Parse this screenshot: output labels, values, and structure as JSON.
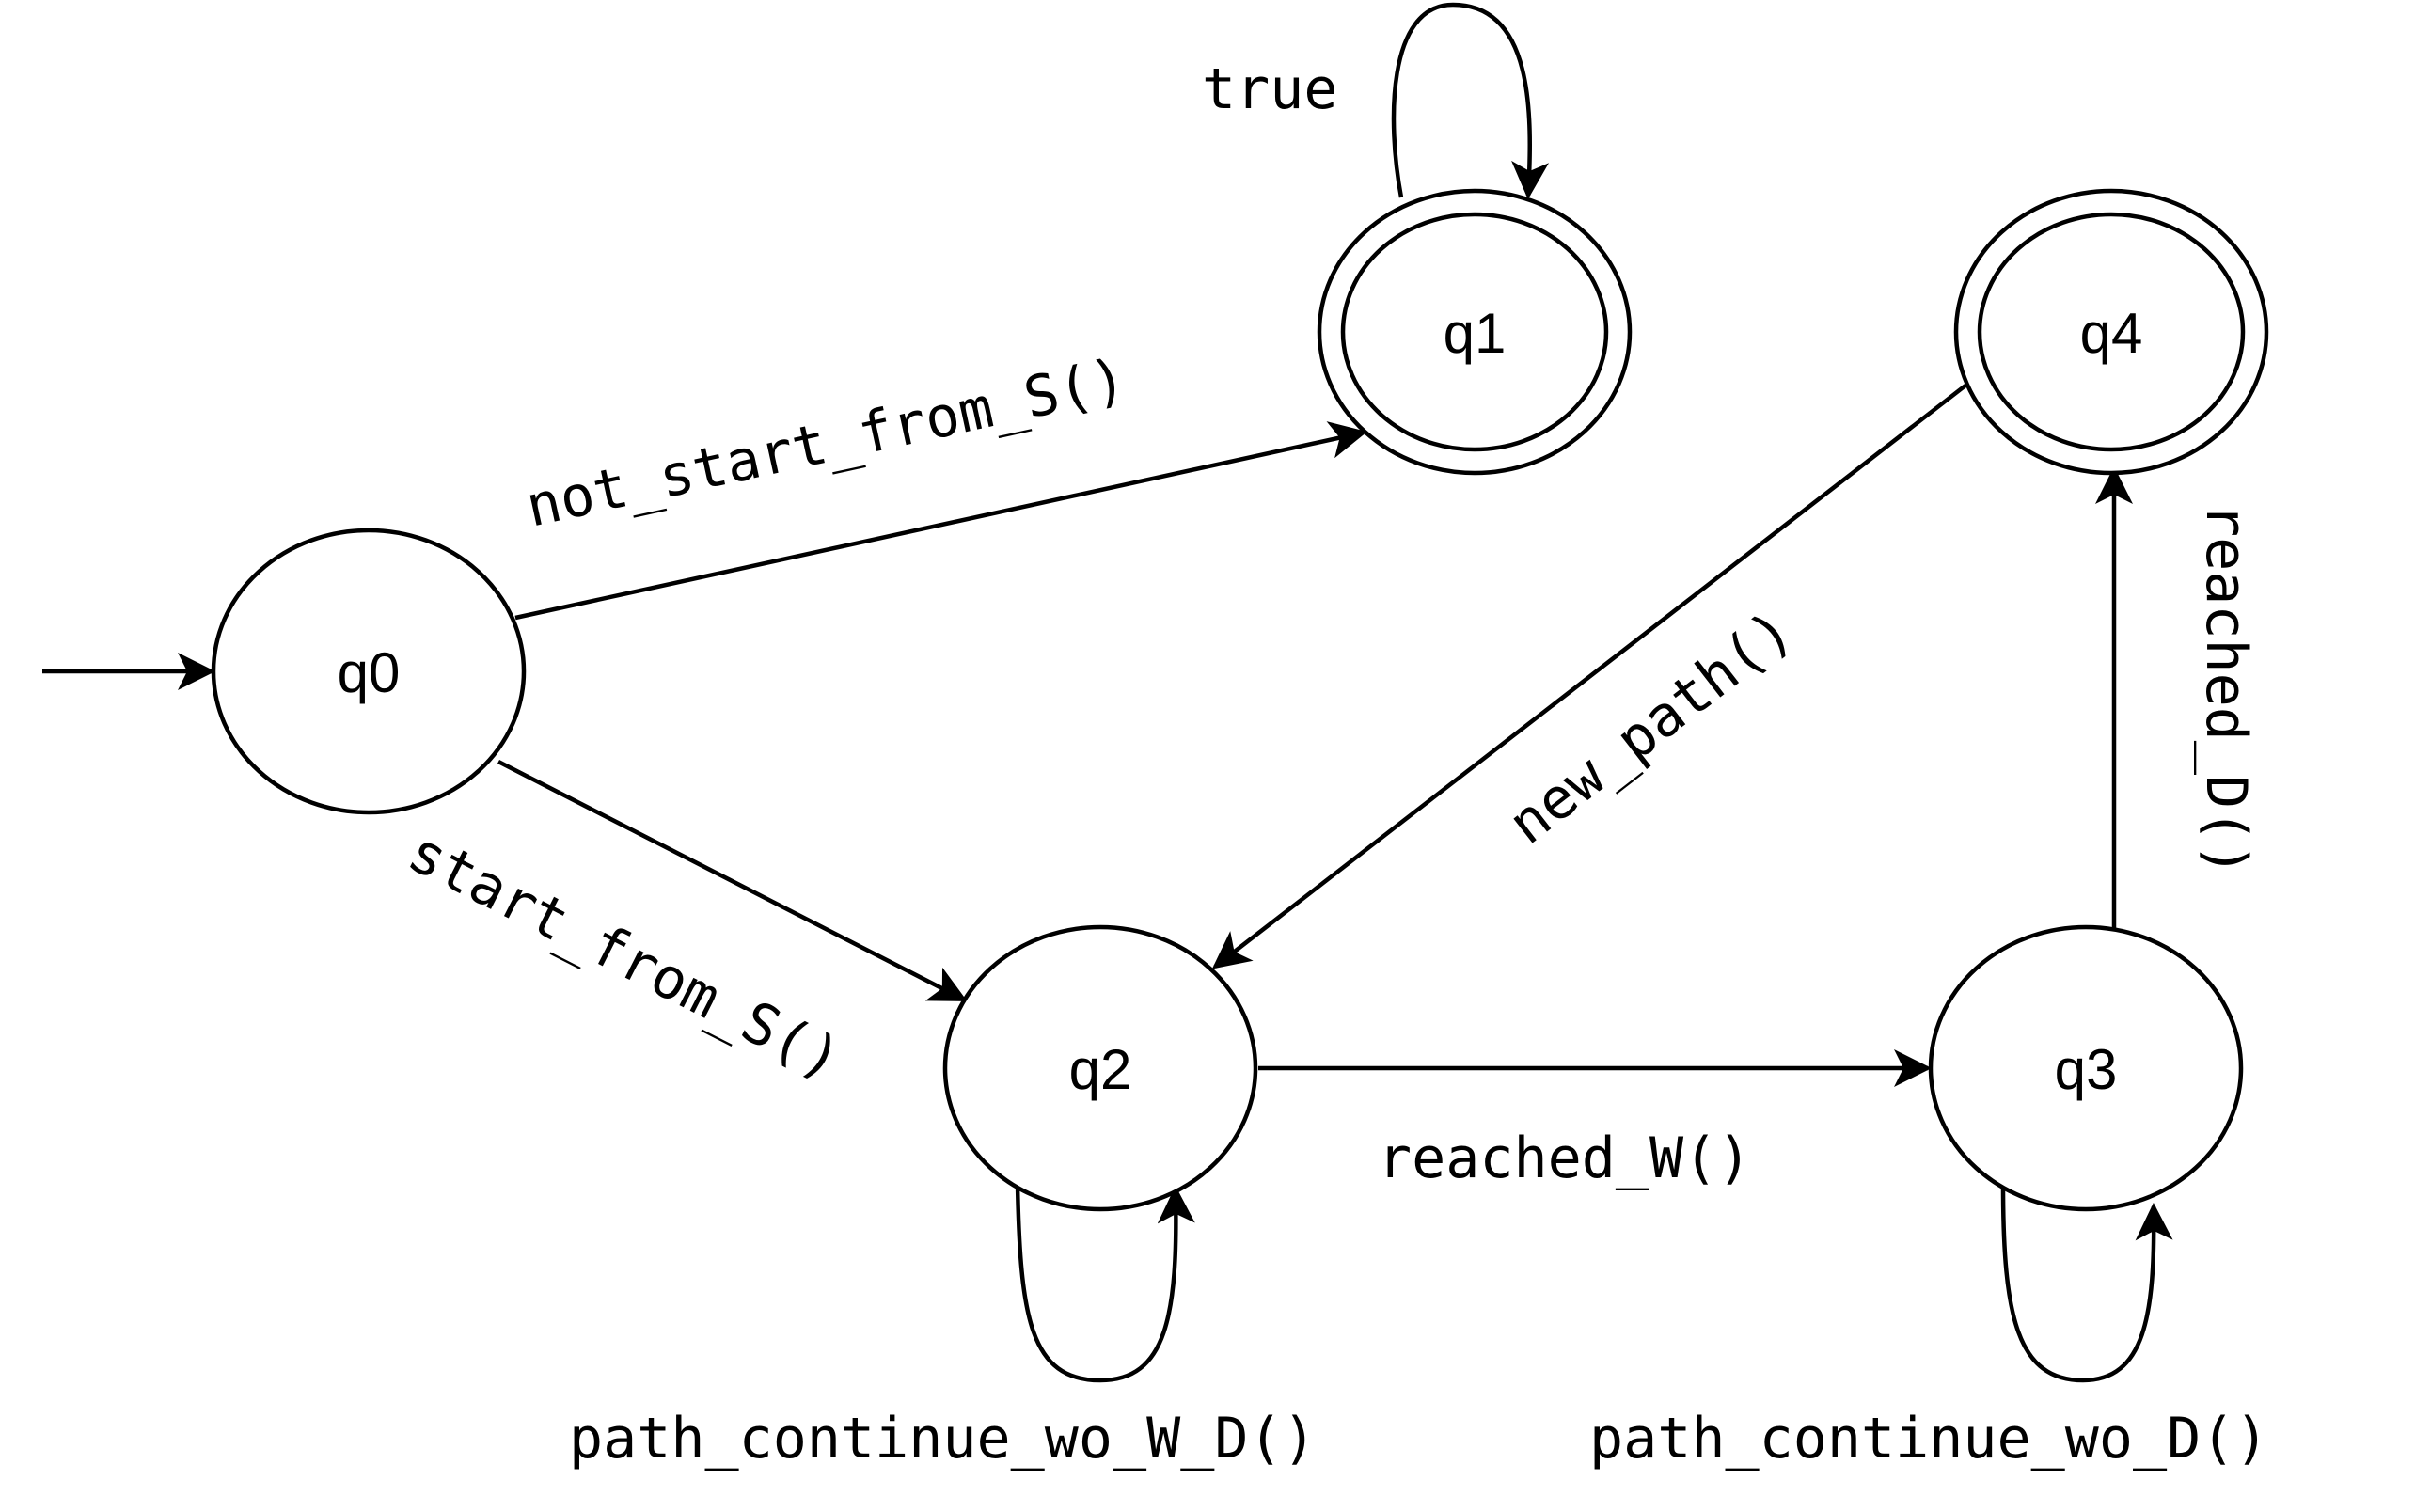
{
  "diagram": {
    "type": "state-machine",
    "states": [
      {
        "id": "q0",
        "label": "q0",
        "accepting": false,
        "initial": true
      },
      {
        "id": "q1",
        "label": "q1",
        "accepting": true,
        "initial": false
      },
      {
        "id": "q2",
        "label": "q2",
        "accepting": false,
        "initial": false
      },
      {
        "id": "q3",
        "label": "q3",
        "accepting": false,
        "initial": false
      },
      {
        "id": "q4",
        "label": "q4",
        "accepting": true,
        "initial": false
      }
    ],
    "transitions": [
      {
        "from": "q0",
        "to": "q1",
        "label": "not_start_from_S()"
      },
      {
        "from": "q0",
        "to": "q2",
        "label": "start_from_S()"
      },
      {
        "from": "q1",
        "to": "q1",
        "label": "true"
      },
      {
        "from": "q2",
        "to": "q2",
        "label": "path_continue_wo_W_D()"
      },
      {
        "from": "q2",
        "to": "q3",
        "label": "reached_W()"
      },
      {
        "from": "q3",
        "to": "q3",
        "label": "path_continue_wo_D()"
      },
      {
        "from": "q3",
        "to": "q4",
        "label": "reached_D()"
      },
      {
        "from": "q4",
        "to": "q2",
        "label": "new_path()"
      }
    ],
    "colors": {
      "stroke": "#000000",
      "background": "#ffffff"
    }
  }
}
